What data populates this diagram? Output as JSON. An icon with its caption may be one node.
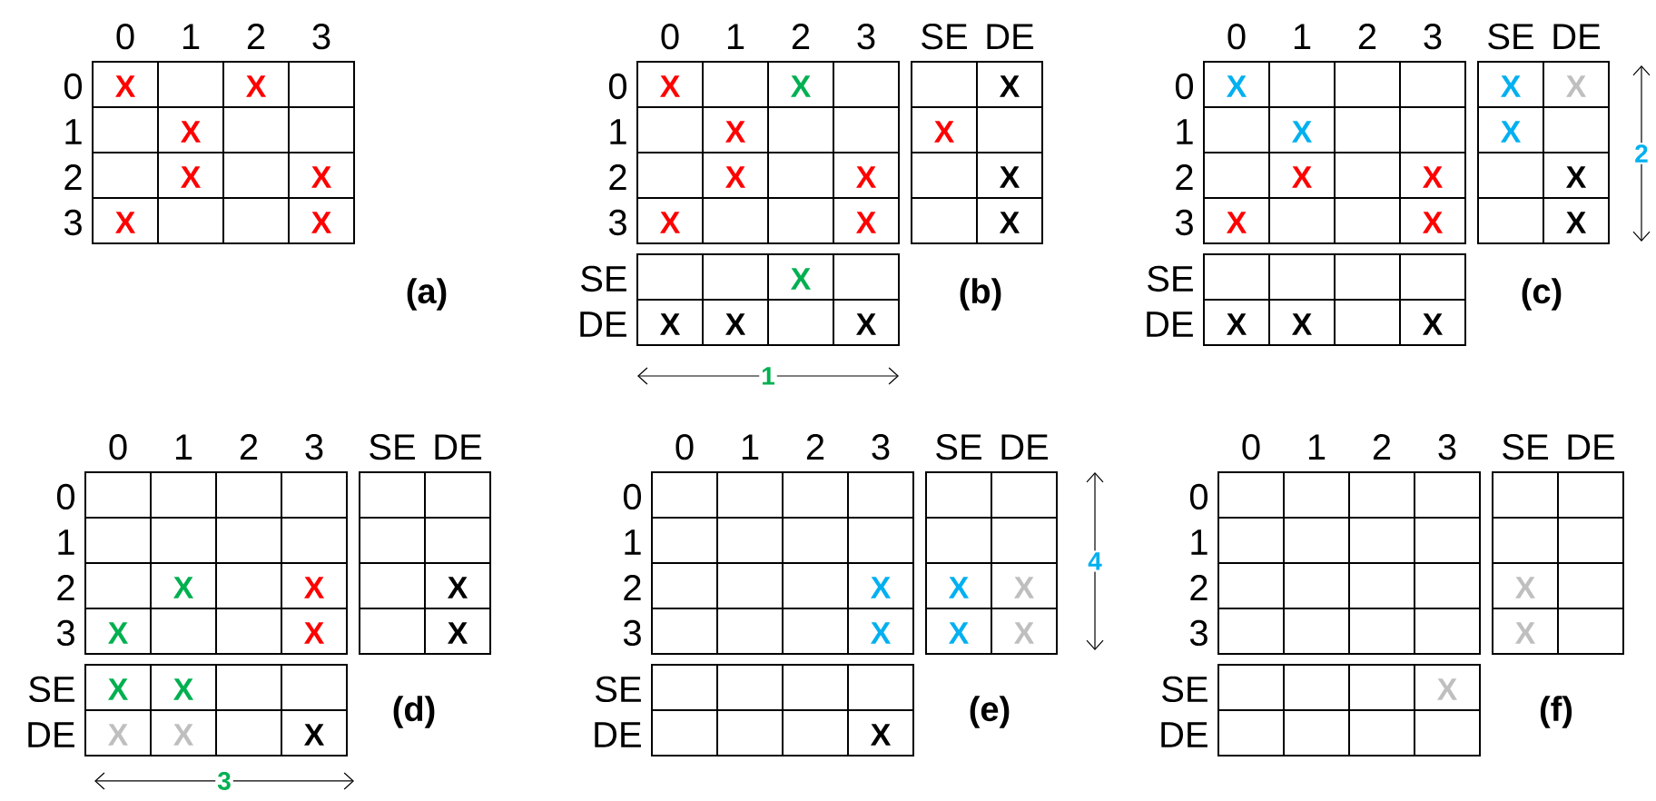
{
  "diagram": {
    "labels": [
      "0",
      "1",
      "2",
      "3",
      "0",
      "1",
      "2",
      "3",
      "X",
      "X",
      "X",
      "X",
      "X",
      "X",
      "X",
      "(a)",
      "0",
      "1",
      "2",
      "3",
      "SE",
      "DE",
      "0",
      "1",
      "2",
      "3",
      "SE",
      "DE",
      "X",
      "X",
      "X",
      "X",
      "X",
      "X",
      "X",
      "X",
      "X",
      "X",
      "X",
      "X",
      "X",
      "X",
      "X",
      "1",
      "(b)",
      "0",
      "1",
      "2",
      "3",
      "SE",
      "DE",
      "0",
      "1",
      "2",
      "3",
      "SE",
      "DE",
      "X",
      "X",
      "X",
      "X",
      "X",
      "X",
      "X",
      "X",
      "X",
      "X",
      "X",
      "X",
      "X",
      "X",
      "2",
      "(c)",
      "0",
      "1",
      "2",
      "3",
      "SE",
      "DE",
      "0",
      "1",
      "2",
      "3",
      "SE",
      "DE",
      "X",
      "X",
      "X",
      "X",
      "X",
      "X",
      "X",
      "X",
      "X",
      "X",
      "X",
      "3",
      "(d)",
      "0",
      "1",
      "2",
      "3",
      "SE",
      "DE",
      "0",
      "1",
      "2",
      "3",
      "SE",
      "DE",
      "X",
      "X",
      "X",
      "X",
      "X",
      "X",
      "X",
      "4",
      "(e)",
      "0",
      "1",
      "2",
      "3",
      "SE",
      "DE",
      "0",
      "1",
      "2",
      "3",
      "SE",
      "DE",
      "X",
      "X",
      "X",
      "(f)"
    ]
  }
}
